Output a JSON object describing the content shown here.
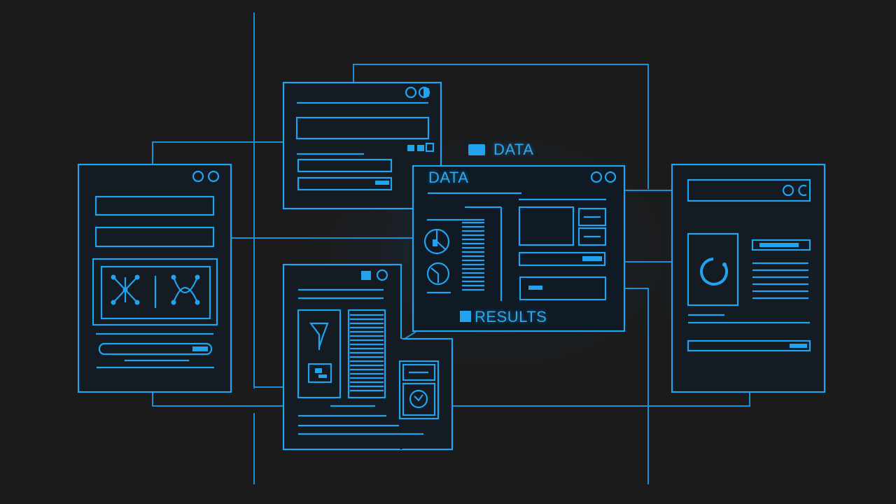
{
  "labels": {
    "floating_data": "DATA",
    "panel_title": "DATA",
    "results": "RESULTS"
  },
  "colors": {
    "background": "#1b1b1b",
    "accent": "#22a3f0",
    "line": "#1a8fd6"
  },
  "icons": [
    "network-graph-icon",
    "pie-chart-icon",
    "funnel-icon",
    "progress-ring-icon",
    "gauge-icon"
  ]
}
